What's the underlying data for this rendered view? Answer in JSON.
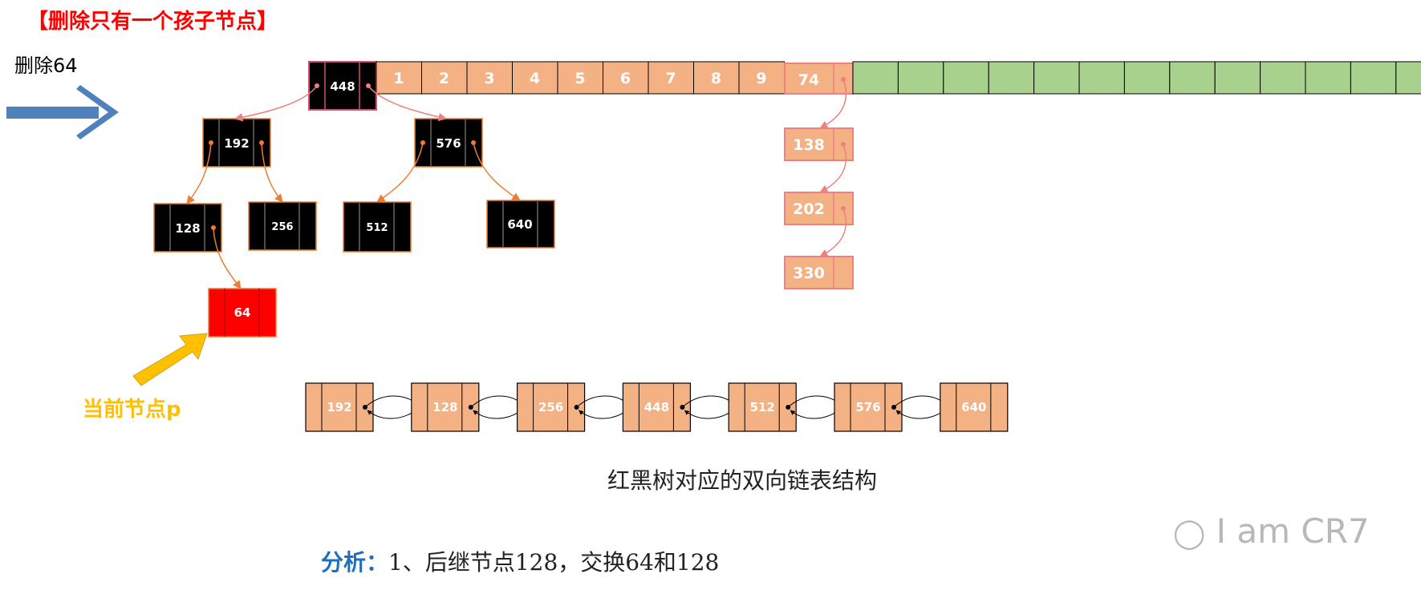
{
  "heading": "【删除只有一个孩子节点】",
  "operation": "删除64",
  "current_node_label": "当前节点p",
  "caption": "红黑树对应的双向链表结构",
  "analysis": {
    "label": "分析：",
    "text": "1、后继节点128，交换64和128"
  },
  "watermark": "I am CR7",
  "table": {
    "root_value": "448",
    "indices": [
      "1",
      "2",
      "3",
      "4",
      "5",
      "6",
      "7",
      "8",
      "9"
    ],
    "chain_head": "74",
    "green_slots": 13
  },
  "tree_nodes": {
    "n192": "192",
    "n576": "576",
    "n128": "128",
    "n256": "256",
    "n512": "512",
    "n640": "640",
    "n64": "64"
  },
  "chain_nodes": [
    "138",
    "202",
    "330"
  ],
  "list_nodes": [
    "192",
    "128",
    "256",
    "448",
    "512",
    "576",
    "640"
  ],
  "colors": {
    "heading": "#ff0000",
    "current": "#ffc000",
    "analysis_label": "#1f6fc0",
    "node_black": "#000000",
    "node_red": "#ff0000",
    "node_salmon": "#f4b183",
    "slot_green": "#a9d18e",
    "arrow_blue": "#4f81bd",
    "link_pink": "#f08080",
    "link_orange": "#ed7d31"
  }
}
